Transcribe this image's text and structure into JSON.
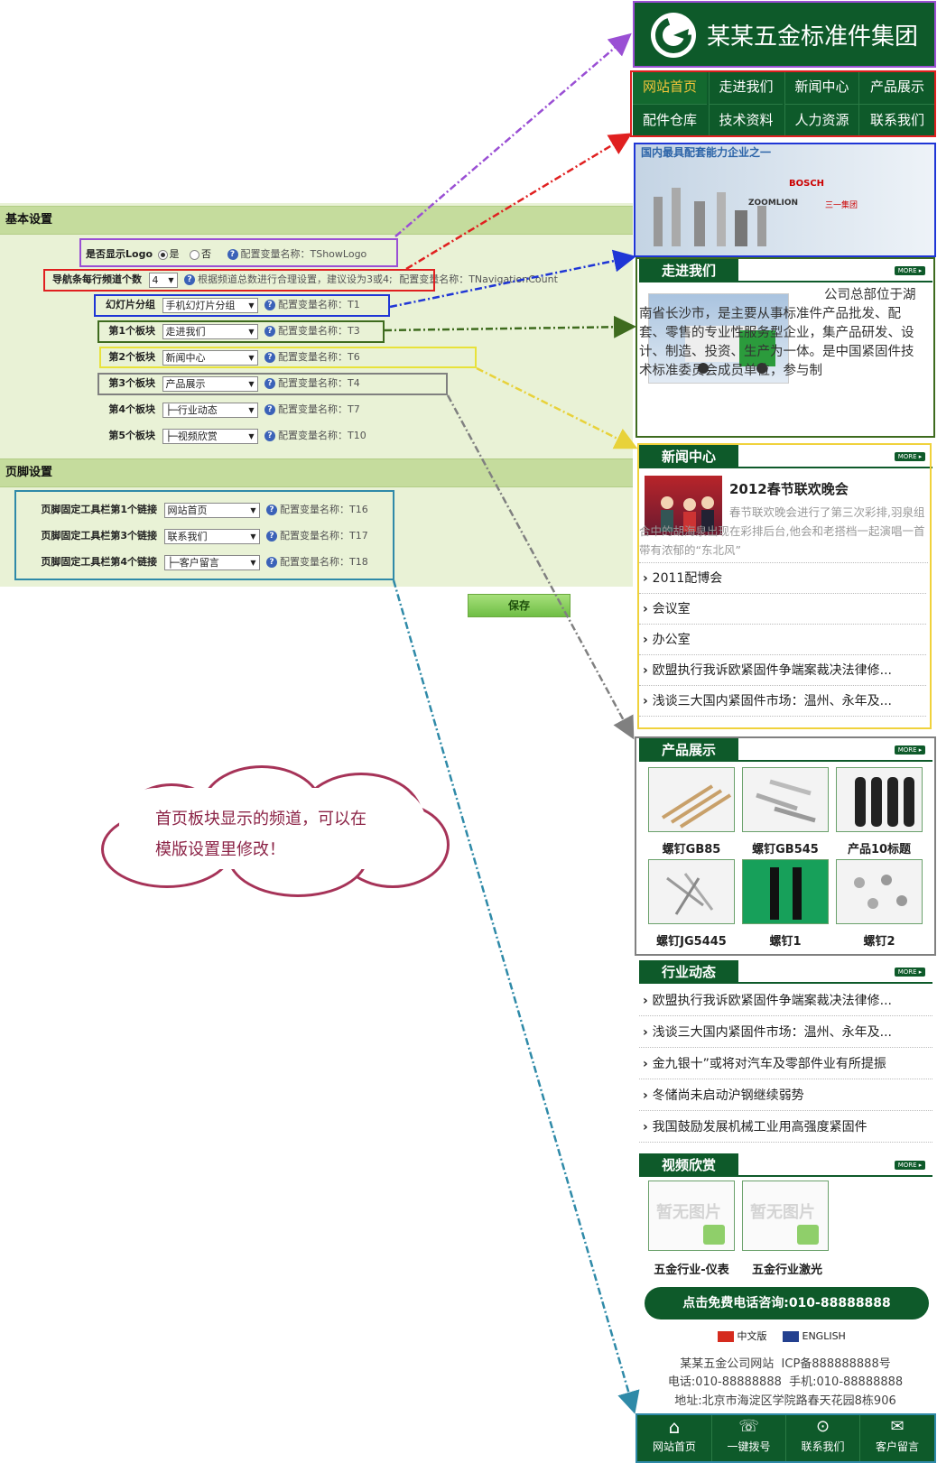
{
  "admin": {
    "basic_header": "基本设置",
    "footer_header": "页脚设置",
    "rows": [
      {
        "label": "是否显示Logo",
        "opt_yes": "是",
        "opt_no": "否",
        "hint": "配置变量名称：TShowLogo"
      },
      {
        "label": "导航条每行频道个数",
        "value": "4",
        "hint": "根据频道总数进行合理设置，建议设为3或4;",
        "hint2": "配置变量名称：TNavigationCount"
      },
      {
        "label": "幻灯片分组",
        "value": "手机幻灯片分组",
        "hint": "配置变量名称：T1"
      },
      {
        "label": "第1个板块",
        "value": "走进我们",
        "hint": "配置变量名称：T3"
      },
      {
        "label": "第2个板块",
        "value": "新闻中心",
        "hint": "配置变量名称：T6"
      },
      {
        "label": "第3个板块",
        "value": "产品展示",
        "hint": "配置变量名称：T4"
      },
      {
        "label": "第4个板块",
        "value": "├─行业动态",
        "hint": "配置变量名称：T7"
      },
      {
        "label": "第5个板块",
        "value": "├─视频欣赏",
        "hint": "配置变量名称：T10"
      }
    ],
    "footer_rows": [
      {
        "label": "页脚固定工具栏第1个链接",
        "value": "网站首页",
        "hint": "配置变量名称：T16"
      },
      {
        "label": "页脚固定工具栏第3个链接",
        "value": "联系我们",
        "hint": "配置变量名称：T17"
      },
      {
        "label": "页脚固定工具栏第4个链接",
        "value": "├─客户留言",
        "hint": "配置变量名称：T18"
      }
    ],
    "save_label": "保存",
    "callout_line1": "首页板块显示的频道，可以在",
    "callout_line2": "模版设置里修改！"
  },
  "preview": {
    "logo_text": "某某五金标准件集团",
    "nav": [
      "网站首页",
      "走进我们",
      "新闻中心",
      "产品展示",
      "配件仓库",
      "技术资料",
      "人力资源",
      "联系我们"
    ],
    "banner_text": "国内最具配套能力企业之一",
    "banner_brands": [
      "BOSCH",
      "ZOOMLION",
      "三一集团"
    ],
    "more_label": "MORE ▸",
    "about": {
      "title": "走进我们",
      "text": "公司总部位于湖南省长沙市，是主要从事标准件产品批发、配套、零售的专业性服务型企业，集产品研发、设计、制造、投资、生产为一体。是中国紧固件技术标准委员会成员单位，参与制"
    },
    "news": {
      "title": "新闻中心",
      "headline": "2012春节联欢晚会",
      "summary": "春节联欢晚会进行了第三次彩排,羽泉组合中的胡海泉出现在彩排后台,他会和老搭档一起演唱一首带有浓郁的“东北风”",
      "items": [
        "2011配博会",
        "会议室",
        "办公室",
        "欧盟执行我诉欧紧固件争端案裁决法律修...",
        "浅谈三大国内紧固件市场：温州、永年及..."
      ]
    },
    "products": {
      "title": "产品展示",
      "items": [
        "螺钉GB85",
        "螺钉GB545",
        "产品10标题",
        "螺钉JG5445",
        "螺钉1",
        "螺钉2"
      ]
    },
    "industry": {
      "title": "行业动态",
      "items": [
        "欧盟执行我诉欧紧固件争端案裁决法律修...",
        "浅谈三大国内紧固件市场：温州、永年及...",
        "金九银十”或将对汽车及零部件业有所提振",
        "冬储尚未启动沪钢继续弱势",
        "我国鼓励发展机械工业用高强度紧固件"
      ]
    },
    "video": {
      "title": "视频欣赏",
      "no_image": "暂无图片",
      "items": [
        "五金行业-仪表",
        "五金行业激光"
      ]
    },
    "call_label": "点击免费电话咨询:010-88888888",
    "lang_cn": "中文版",
    "lang_en": "ENGLISH",
    "footer_lines": [
      "某某五金公司网站  ICP备888888888号",
      "电话:010-88888888  手机:010-88888888",
      "地址:北京市海淀区学院路春天花园8栋906"
    ],
    "toolbar": [
      "网站首页",
      "一键拨号",
      "联系我们",
      "客户留言"
    ]
  },
  "colors": {
    "brand_green": "#0e5a2a",
    "panel_bg": "#e9f2d6",
    "header_bg": "#c5dc9d",
    "callout_border": "#a63358"
  }
}
